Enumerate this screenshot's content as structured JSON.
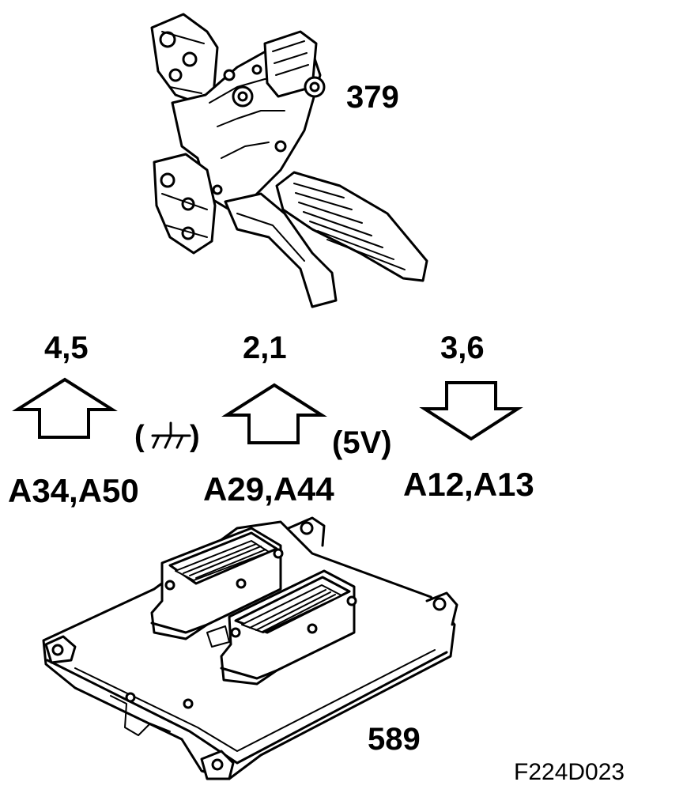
{
  "components": {
    "pedal": {
      "label": "379"
    },
    "ecu": {
      "label": "589"
    }
  },
  "signals": [
    {
      "pins": "4,5",
      "connector": "A34,A50",
      "direction": "up"
    },
    {
      "pins": "2,1",
      "connector": "A29,A44",
      "direction": "up"
    },
    {
      "pins": "3,6",
      "connector": "A12,A13",
      "direction": "down"
    }
  ],
  "annotations": {
    "ground_open": "(",
    "ground_close": ")",
    "voltage": "(5V)"
  },
  "figure_id": "F224D023",
  "icons": [
    "ground-icon",
    "accelerator-pedal-drawing",
    "ecu-module-drawing",
    "arrow-up-icon",
    "arrow-down-icon"
  ]
}
